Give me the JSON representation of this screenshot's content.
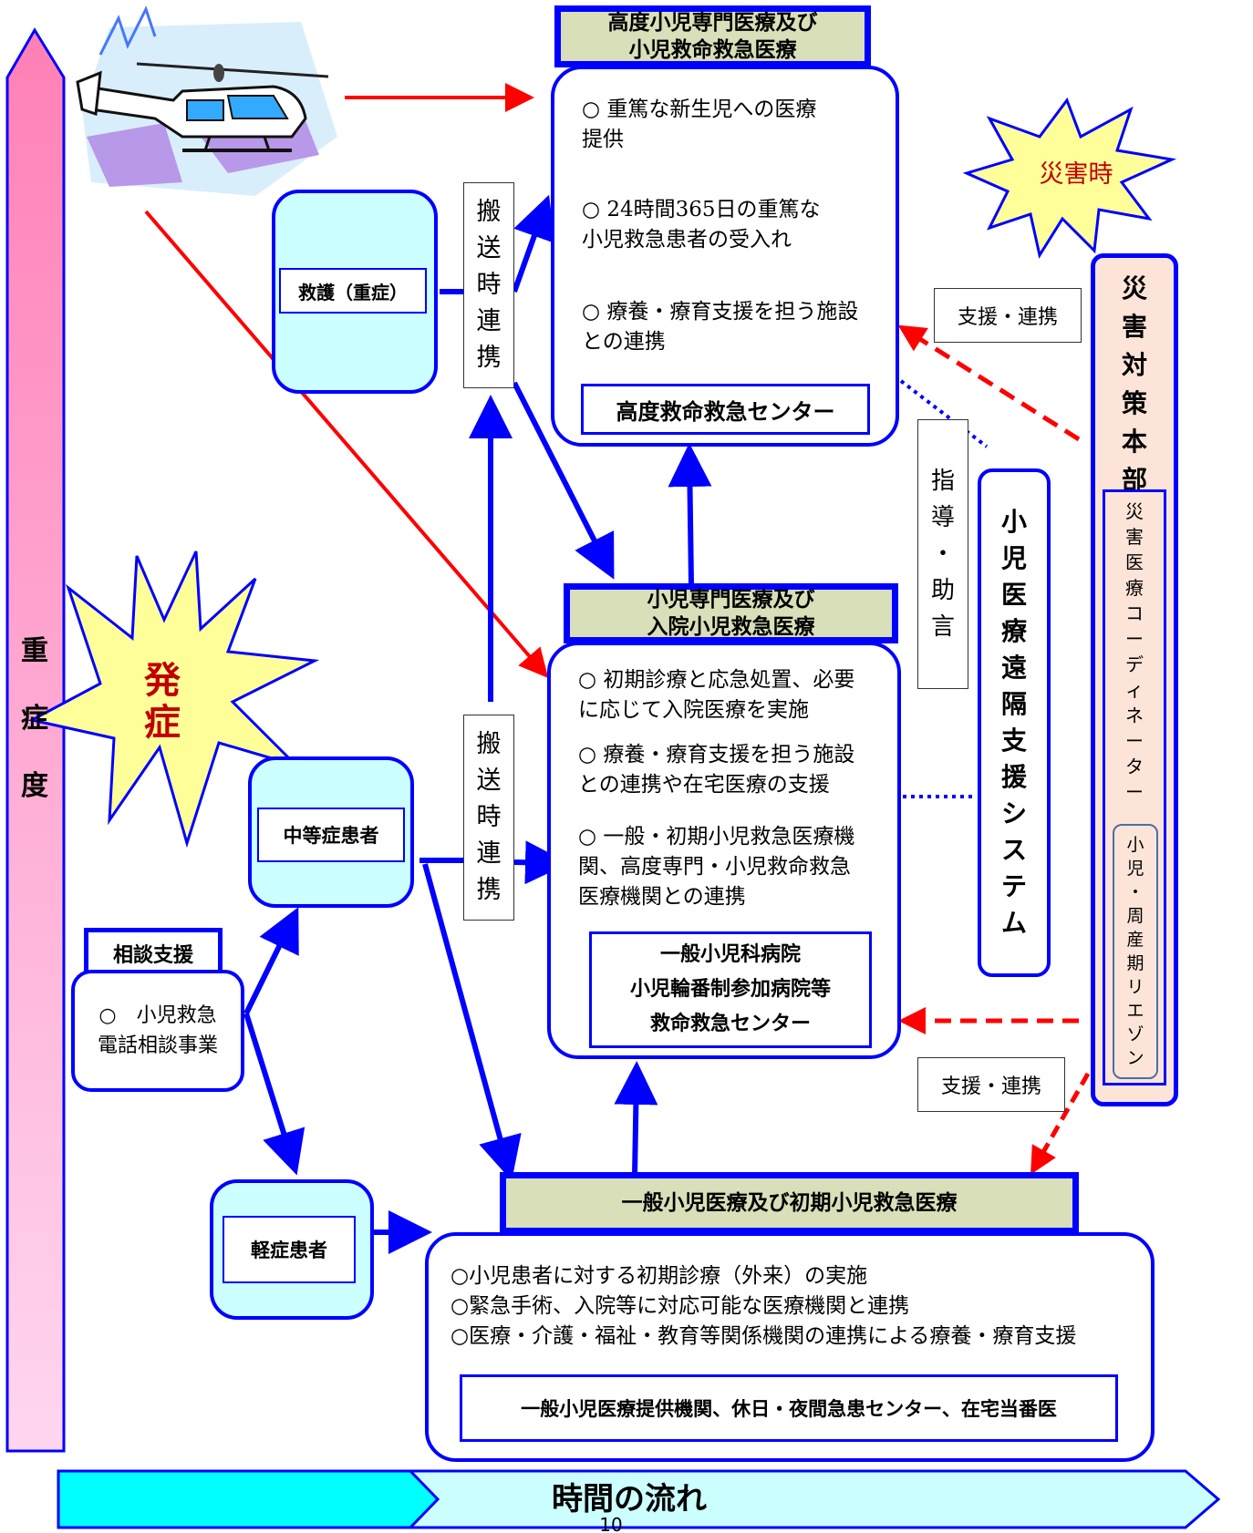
{
  "severity_label": [
    "重",
    "症",
    "度"
  ],
  "time_flow_label": "時間の流れ",
  "page_number": "10",
  "onset_label": [
    "発",
    "症"
  ],
  "disaster_time_label": "災害時",
  "top_tier": {
    "header": [
      "高度小児専門医療及び",
      "小児救命救急医療"
    ],
    "items": [
      [
        "○ 重篤な新生児への医療",
        "提供"
      ],
      [
        "○ 24時間365日の重篤な",
        "小児救急患者の受入れ"
      ],
      [
        "○ 療養・療育支援を担う施設",
        "との連携"
      ]
    ],
    "facility": "高度救命救急センター"
  },
  "mid_tier": {
    "header": [
      "小児専門医療及び",
      "入院小児救急医療"
    ],
    "items": [
      [
        "○ 初期診療と応急処置、必要",
        "に応じて入院医療を実施"
      ],
      [
        "○ 療養・療育支援を担う施設",
        "との連携や在宅医療の支援"
      ],
      [
        "○ 一般・初期小児救急医療機",
        "関、高度専門・小児救命救急",
        "医療機関との連携"
      ]
    ],
    "facility": [
      "一般小児科病院",
      "小児輪番制参加病院等",
      "救命救急センター"
    ]
  },
  "base_tier": {
    "header": "一般小児医療及び初期小児救急医療",
    "items": [
      "○小児患者に対する初期診療（外来）の実施",
      "○緊急手術、入院等に対応可能な医療機関と連携",
      "○医療・介護・福祉・教育等関係機関の連携による療養・療育支援"
    ],
    "facility": "一般小児医療提供機関、休日・夜間急患センター、在宅当番医"
  },
  "patients": {
    "severe": "救護（重症）",
    "moderate": "中等症患者",
    "mild": "軽症患者"
  },
  "consult": {
    "header": "相談支援",
    "body": [
      "○　小児救急",
      "電話相談事業"
    ]
  },
  "transport_link": [
    "搬",
    "送",
    "時",
    "連",
    "携"
  ],
  "guidance": [
    "指",
    "導",
    "・",
    "助",
    "言"
  ],
  "remote_system": [
    "小",
    "児",
    "医",
    "療",
    "遠",
    "隔",
    "支",
    "援",
    "シ",
    "ス",
    "テ",
    "ム"
  ],
  "support_link": "支援・連携",
  "disaster_hq": {
    "title": [
      "災",
      "害",
      "対",
      "策",
      "本",
      "部"
    ],
    "coordinator": [
      "災",
      "害",
      "医",
      "療",
      "コ",
      "ー",
      "デ",
      "ィ",
      "ネ",
      "ー",
      "タ",
      "ー"
    ],
    "liaison": [
      "小",
      "児",
      "・",
      "周",
      "産",
      "期",
      "リ",
      "エ",
      "ゾ",
      "ン"
    ]
  },
  "colors": {
    "blue": "#0000ff",
    "red": "#ff0000",
    "header_fill": "#d9dfb8",
    "cyan_fill": "#ccffff",
    "severity_pink": "#ff99cc",
    "time_cyan": "#00ffff",
    "hq_fill": "#fde4d8",
    "burst_yellow": "#ffff99",
    "onset_text": "#c00000"
  }
}
